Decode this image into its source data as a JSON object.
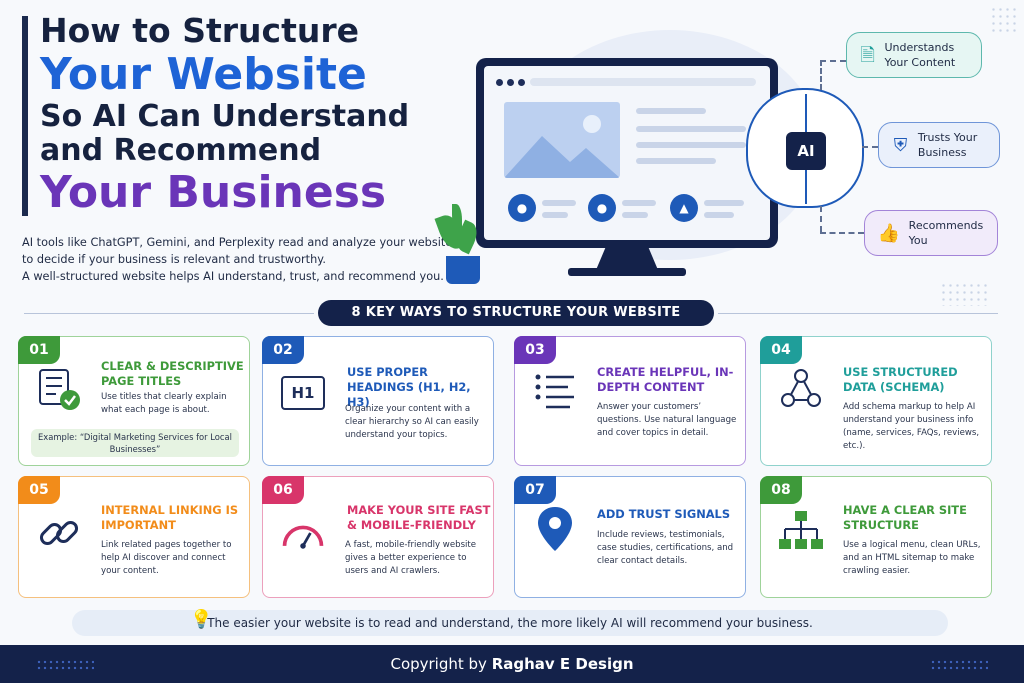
{
  "header": {
    "line1": "How to Structure",
    "line2": "Your Website",
    "line3": "So AI Can Understand",
    "line4": "and Recommend",
    "line5": "Your Business"
  },
  "intro": {
    "line1": "AI tools like ChatGPT, Gemini, and Perplexity read and analyze your website",
    "line2": "to decide if your business is relevant and trustworthy.",
    "line3": "A well-structured website helps AI understand, trust, and recommend you."
  },
  "ai_chip": "AI",
  "callouts": [
    {
      "label": "Understands Your Content",
      "icon": "document-search-icon"
    },
    {
      "label": "Trusts Your Business",
      "icon": "shield-check-icon"
    },
    {
      "label": "Recommends You",
      "icon": "thumbs-up-icon"
    }
  ],
  "banner": "8 KEY WAYS TO STRUCTURE YOUR WEBSITE",
  "cards": [
    {
      "num": "01",
      "title": "CLEAR & DESCRIPTIVE PAGE TITLES",
      "body": "Use titles that clearly explain what each page is about.",
      "example": "Example: “Digital Marketing Services for Local Businesses”",
      "color": "#3e9a3a",
      "icon": "checklist-icon"
    },
    {
      "num": "02",
      "title": "USE PROPER HEADINGS (H1, H2, H3)",
      "body": "Organize your content with a clear hierarchy so AI can easily understand your topics.",
      "icon_text": "H1",
      "color": "#1e5ab8",
      "icon": "h1-heading-icon"
    },
    {
      "num": "03",
      "title": "CREATE HELPFUL, IN-DEPTH CONTENT",
      "body": "Answer your customers’ questions. Use natural language and cover topics in detail.",
      "color": "#6a35b8",
      "icon": "list-icon"
    },
    {
      "num": "04",
      "title": "USE STRUCTURED DATA (SCHEMA)",
      "body": "Add schema markup to help AI understand your business info (name, services, FAQs, reviews, etc.).",
      "color": "#1f9e9a",
      "icon": "schema-nodes-icon"
    },
    {
      "num": "05",
      "title": "INTERNAL LINKING IS IMPORTANT",
      "body": "Link related pages together to help AI discover and connect your content.",
      "color": "#f28c1a",
      "icon": "link-icon"
    },
    {
      "num": "06",
      "title": "MAKE YOUR SITE FAST & MOBILE-FRIENDLY",
      "body": "A fast, mobile-friendly website gives a better experience to users and AI crawlers.",
      "color": "#d8356a",
      "icon": "speedometer-icon"
    },
    {
      "num": "07",
      "title": "ADD TRUST SIGNALS",
      "body": "Include reviews, testimonials, case studies, certifications, and clear contact details.",
      "color": "#1e5ab8",
      "icon": "location-pin-icon"
    },
    {
      "num": "08",
      "title": "HAVE A CLEAR SITE STRUCTURE",
      "body": "Use a logical menu, clean URLs, and an HTML sitemap to make crawling easier.",
      "color": "#3e9a3a",
      "icon": "sitemap-icon"
    }
  ],
  "tip": "The easier your website is to read and understand, the more likely AI will recommend your business.",
  "footer": {
    "prefix": "Copyright by",
    "name": "Raghav E Design"
  }
}
